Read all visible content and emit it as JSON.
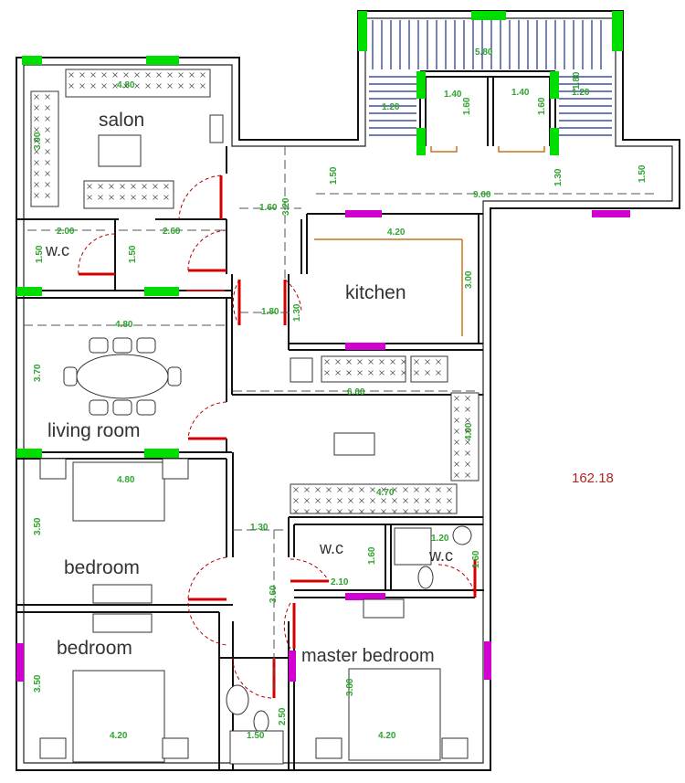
{
  "rooms": {
    "salon": "salon",
    "wc_top": "w.c",
    "kitchen": "kitchen",
    "living_room": "living room",
    "bedroom_1": "bedroom",
    "bedroom_2": "bedroom",
    "wc_middle": "w.c",
    "wc_right": "w.c",
    "master_bedroom": "master bedroom"
  },
  "total_area": "162.18",
  "dimensions": {
    "stair_width": "5.80",
    "stair_left_1": "1.20",
    "stair_box_1": "1.40",
    "stair_box_2": "1.40",
    "stair_vert_1": "1.60",
    "stair_vert_2": "1.60",
    "stair_right_1": "1.20",
    "stair_right_2": "1.80",
    "corridor_left": "1.50",
    "corridor_length": "9.00",
    "corridor_mid": "1.30",
    "corridor_right": "1.50",
    "salon_width": "4.80",
    "salon_height": "3.00",
    "hall_width": "2.60",
    "hall_gap": "1.60",
    "hall_vert": "3.20",
    "wc_top_width": "2.00",
    "wc_top_h1": "1.50",
    "wc_top_h2": "1.50",
    "kitchen_width": "4.20",
    "kitchen_height": "3.00",
    "kitchen_door_a": "1.80",
    "kitchen_door_b": "1.30",
    "living_width": "4.80",
    "living_height": "3.70",
    "central_width": "6.00",
    "central_height": "4.00",
    "central_bottom": "4.70",
    "bedroom1_width": "4.80",
    "bedroom1_height": "3.50",
    "passage_width": "1.30",
    "passage_height": "3.60",
    "wc_middle_width": "2.10",
    "wc_middle_height": "1.60",
    "wc_right_width": "1.20",
    "wc_right_height": "1.60",
    "bedroom2_height": "3.50",
    "bedroom2_width": "4.20",
    "master_height": "3.80",
    "master_width": "4.20",
    "bath_width": "1.50",
    "bath_height": "2.50"
  }
}
